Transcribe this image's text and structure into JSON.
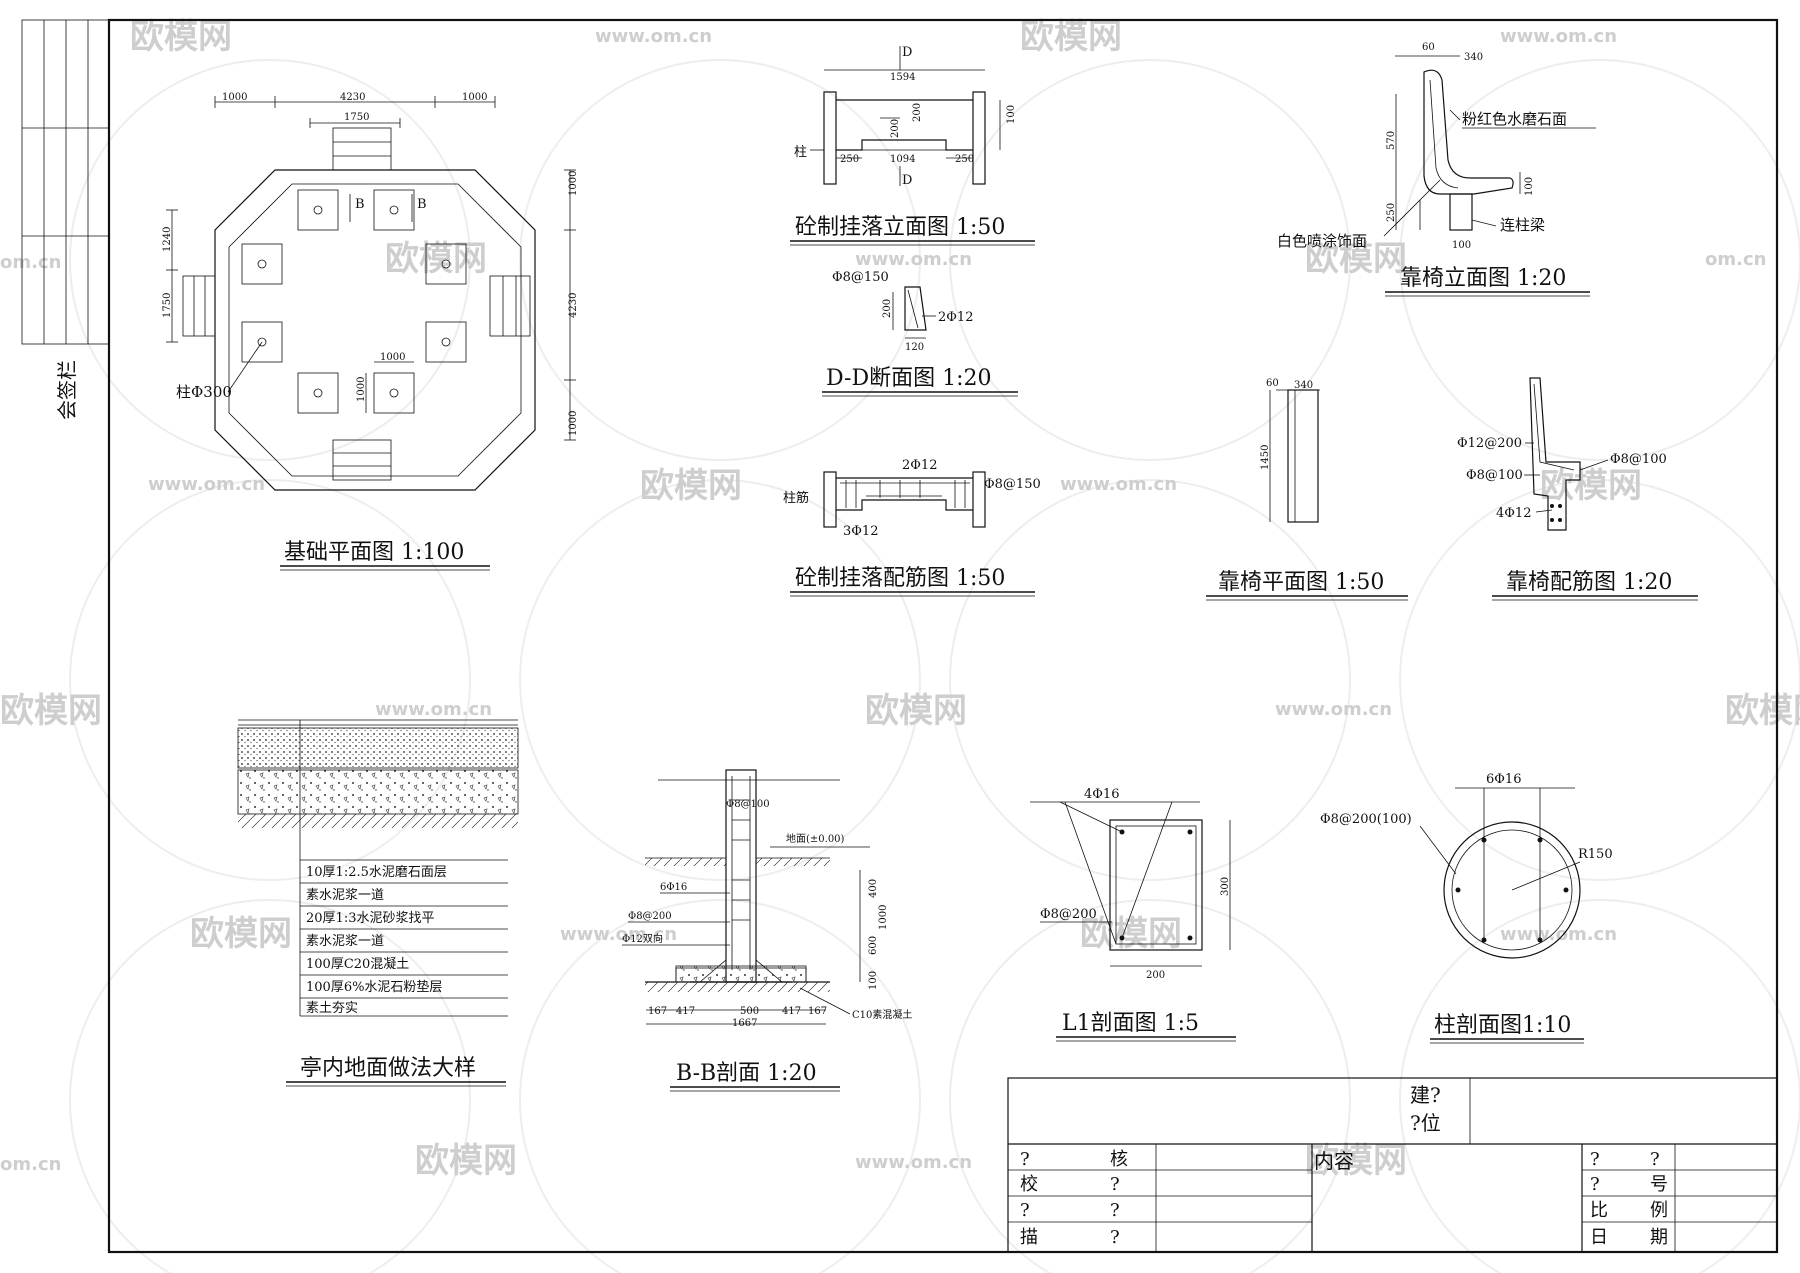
{
  "sidebar": {
    "sign_label": "会签栏"
  },
  "watermark": {
    "brand": "欧模网",
    "url": "www.om.cn",
    "url_short": "om.cn"
  },
  "plan": {
    "title": "基础平面图 1:100",
    "dim_top_left": "1000",
    "dim_top_mid": "4230",
    "dim_top_right": "1000",
    "dim_1750": "1750",
    "dim_left_a": "1240",
    "dim_left_b": "1750",
    "dim_right_a": "1000",
    "dim_right_b": "4230",
    "dim_right_c": "1000",
    "dim_pad": "1000",
    "dim_pad2": "1000",
    "label_b1": "B",
    "label_b2": "B",
    "column_label": "柱Φ300"
  },
  "guaLuoElev": {
    "title": "砼制挂落立面图 1:50",
    "d_top": "D",
    "d_bottom": "D",
    "dim_1594": "1594",
    "dim_200": "200",
    "dim_100": "100",
    "dim_250a": "250",
    "dim_1094": "1094",
    "dim_250b": "250",
    "column": "柱"
  },
  "ddSection": {
    "title": "D-D断面图 1:20",
    "rebar1": "Φ8@150",
    "rebar2": "2Φ12",
    "dim_200": "200",
    "dim_120": "120"
  },
  "guaLuoRebar": {
    "title": "砼制挂落配筋图 1:50",
    "top": "2Φ12",
    "right": "Φ8@150",
    "left": "柱筋",
    "bottom": "3Φ12"
  },
  "benchElev": {
    "title": "靠椅立面图 1:20",
    "dim_60": "60",
    "dim_340": "340",
    "dim_570": "570",
    "dim_250": "250",
    "dim_100": "100",
    "dim_100b": "100",
    "finish_pink": "粉红色水磨石面",
    "finish_white": "白色喷涂饰面",
    "beam": "连柱梁"
  },
  "benchPlan": {
    "title": "靠椅平面图 1:50",
    "dim_60": "60",
    "dim_340": "340",
    "dim_1450": "1450"
  },
  "benchRebar": {
    "title": "靠椅配筋图 1:20",
    "r1": "Φ12@200",
    "r2": "Φ8@100",
    "r3": "Φ8@100",
    "r4": "4Φ12"
  },
  "floor": {
    "title": "亭内地面做法大样",
    "layers": [
      "10厚1:2.5水泥磨石面层",
      "素水泥浆一道",
      "20厚1:3水泥砂浆找平",
      "素水泥浆一道",
      "100厚C20混凝土",
      "100厚6%水泥石粉垫层",
      "素土夯实"
    ]
  },
  "bbSection": {
    "title": "B-B剖面 1:20",
    "r1": "Φ8@100",
    "r2": "6Φ16",
    "r3": "Φ8@200",
    "r4": "Φ12双向",
    "ground": "地面(±0.00)",
    "dim_400": "400",
    "dim_600": "600",
    "dim_1000": "1000",
    "dim_100": "100",
    "dims_bottom": [
      "167",
      "417",
      "500",
      "417",
      "167"
    ],
    "dim_total": "1667",
    "base": "C10素混凝土"
  },
  "l1Section": {
    "title": "L1剖面图 1:5",
    "top": "4Φ16",
    "stirrup": "Φ8@200",
    "dim_300": "300",
    "dim_200": "200"
  },
  "colSection": {
    "title": "柱剖面图1:10",
    "top": "6Φ16",
    "stirrup": "Φ8@200(100)",
    "radius": "R150"
  },
  "titleBlock": {
    "company_a": "建?",
    "company_b": "?位",
    "row1_a": "?",
    "row1_b": "核",
    "row2_a": "校",
    "row2_b": "?",
    "row3_a": "?",
    "row3_b": "?",
    "row4_a": "描",
    "row4_b": "?",
    "content": "内容",
    "r1_a": "?",
    "r1_b": "?",
    "r2_a": "?",
    "r2_b": "号",
    "r3_a": "比",
    "r3_b": "例",
    "r4_a": "日",
    "r4_b": "期"
  }
}
